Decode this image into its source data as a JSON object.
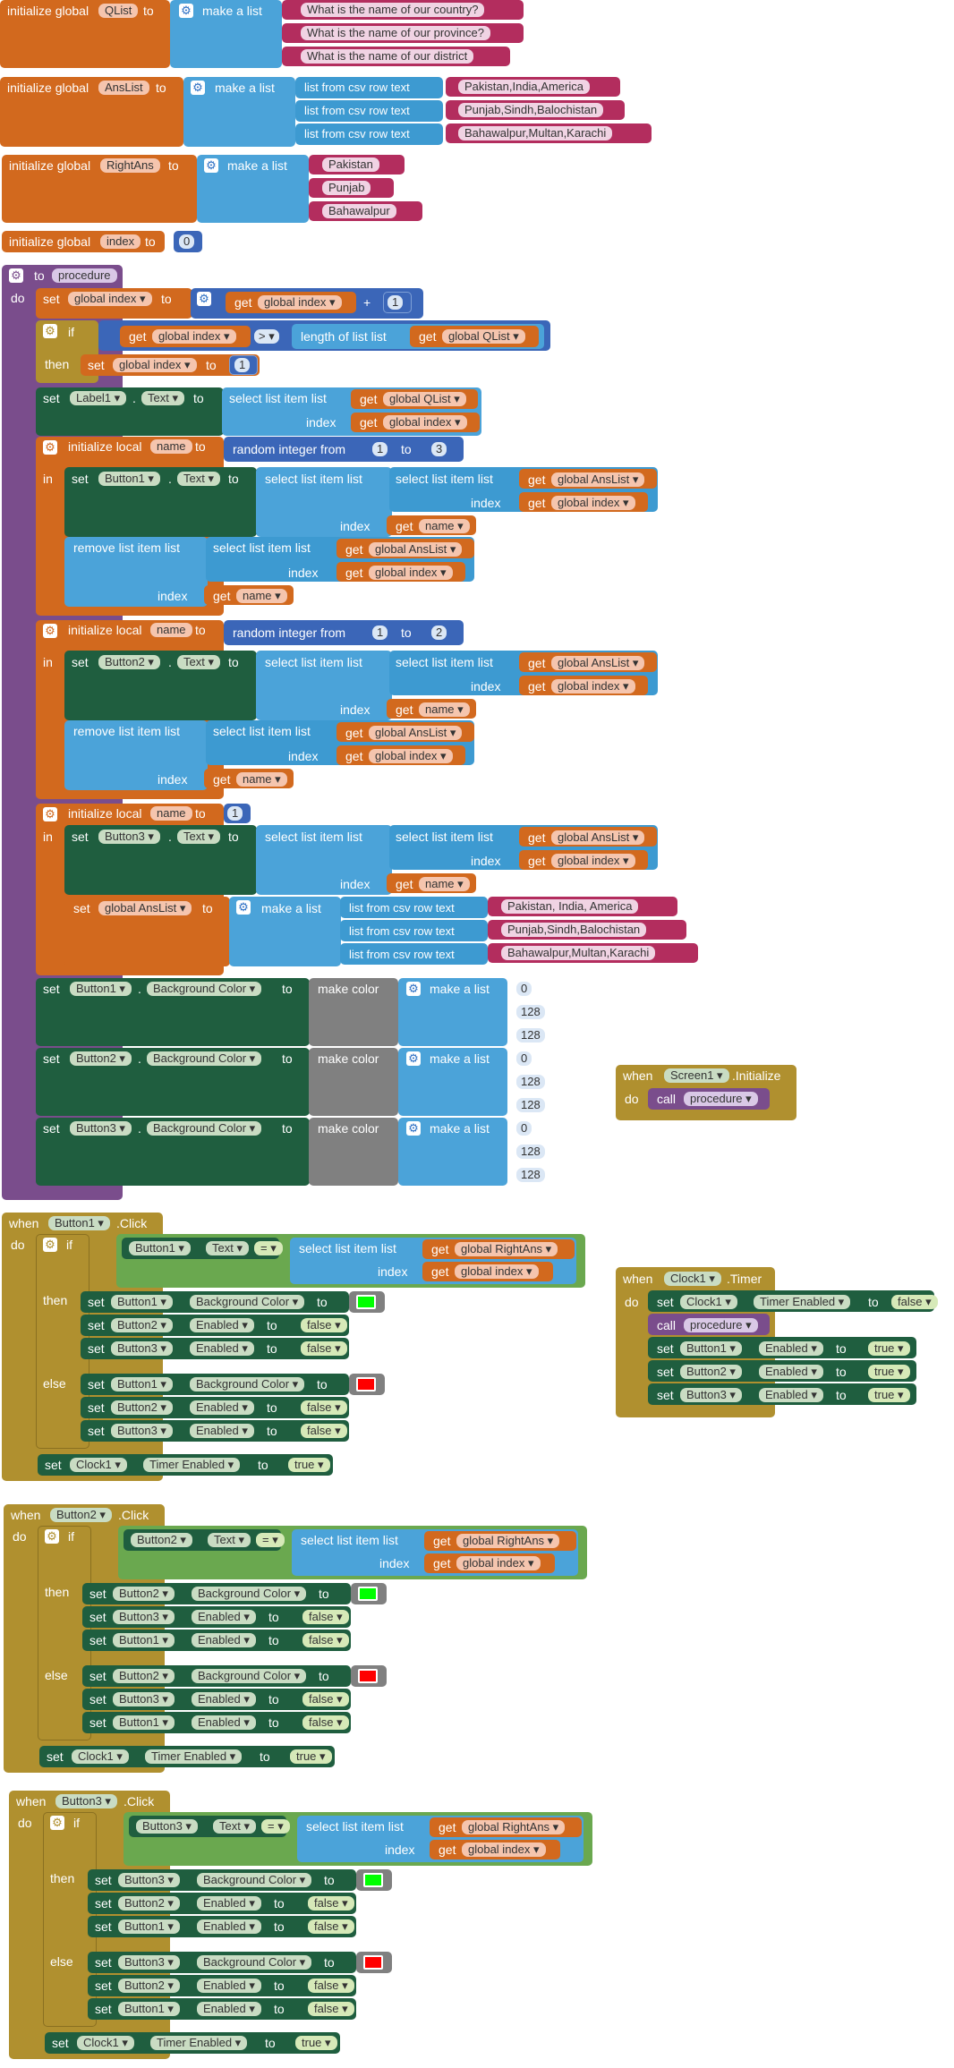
{
  "globals": {
    "qlist": {
      "init": "initialize global",
      "name": "QList",
      "to": "to",
      "make_list": "make a list",
      "items": [
        "What is the name of our country?",
        "What is the name of our province?",
        "What is the name of our district"
      ]
    },
    "anslist": {
      "init": "initialize global",
      "name": "AnsList",
      "to": "to",
      "make_list": "make a list",
      "row_label": "list from csv row  text",
      "items": [
        "Pakistan,India,America",
        "Punjab,Sindh,Balochistan",
        "Bahawalpur,Multan,Karachi"
      ]
    },
    "rightans": {
      "init": "initialize global",
      "name": "RightAns",
      "to": "to",
      "make_list": "make a list",
      "items": [
        "Pakistan",
        "Punjab",
        "Bahawalpur"
      ]
    },
    "index": {
      "init": "initialize global",
      "name": "index",
      "to": "to",
      "value": "0"
    }
  },
  "procedure": {
    "to": "to",
    "name": "procedure",
    "do": "do",
    "set": "set",
    "get": "get",
    "to_kw": "to",
    "global_index": "global index ▾",
    "global_qlist": "global QList ▾",
    "global_anslist": "global AnsList ▾",
    "plus": "+",
    "one": "1",
    "if": "if",
    "then": "then",
    "gt": "> ▾",
    "length_of_list": "length of list  list",
    "label1": "Label1 ▾",
    "text_prop": "Text ▾",
    "select_item": "select list item  list",
    "index_kw": "index",
    "init_local": "initialize local",
    "local_name": "name",
    "in": "in",
    "random_int": "random integer from",
    "rand_to": "to",
    "rand1": {
      "from": "1",
      "to": "3"
    },
    "rand2": {
      "from": "1",
      "to": "2"
    },
    "local3_value": "1",
    "button1": "Button1 ▾",
    "button2": "Button2 ▾",
    "button3": "Button3 ▾",
    "remove_item": "remove list item  list",
    "get_name": "name ▾",
    "make_list": "make a list",
    "csv_row": "list from csv row  text",
    "reset_items": [
      "Pakistan, India, America",
      "Punjab,Sindh,Balochistan",
      "Bahawalpur,Multan,Karachi"
    ],
    "bg_color": "Background Color ▾",
    "make_color": "make color",
    "color_values": [
      "0",
      "128",
      "128"
    ],
    "dot": "."
  },
  "screen_init": {
    "when": "when",
    "component": "Screen1 ▾",
    "event": ".Initialize",
    "do": "do",
    "call": "call",
    "proc": "procedure ▾"
  },
  "clock_timer": {
    "when": "when",
    "component": "Clock1 ▾",
    "event": ".Timer",
    "do": "do",
    "set": "set",
    "clock": "Clock1 ▾",
    "timer_enabled": "Timer Enabled ▾",
    "to": "to",
    "false": "false ▾",
    "true": "true ▾",
    "call": "call",
    "proc": "procedure ▾",
    "enabled": "Enabled ▾",
    "buttons": [
      "Button1 ▾",
      "Button2 ▾",
      "Button3 ▾"
    ]
  },
  "click_handlers": [
    {
      "component": "Button1 ▾",
      "order": [
        "Button1 ▾",
        "Button2 ▾",
        "Button3 ▾"
      ]
    },
    {
      "component": "Button2 ▾",
      "order": [
        "Button2 ▾",
        "Button3 ▾",
        "Button1 ▾"
      ]
    },
    {
      "component": "Button3 ▾",
      "order": [
        "Button3 ▾",
        "Button2 ▾",
        "Button1 ▾"
      ]
    }
  ],
  "click_common": {
    "when": "when",
    "event": ".Click",
    "do": "do",
    "if": "if",
    "then": "then",
    "else": "else",
    "set": "set",
    "to": "to",
    "get": "get",
    "eq": "= ▾",
    "text_prop": "Text ▾",
    "select_item": "select list item  list",
    "index_kw": "index",
    "global_rightans": "global RightAns ▾",
    "global_index": "global index ▾",
    "bg_color": "Background Color ▾",
    "enabled": "Enabled ▾",
    "false": "false ▾",
    "true": "true ▾",
    "clock": "Clock1 ▾",
    "timer_enabled": "Timer Enabled ▾"
  },
  "colors": {
    "variable": "#d2691e",
    "list": "#4ba3d9",
    "text": "#b32d5e",
    "math": "#3b66b8",
    "control": "#b0902f",
    "component": "#1f5e3f",
    "procedure": "#7a4d8c",
    "logic": "#6aa84f",
    "green_swatch": "#00ff00",
    "red_swatch": "#ff0000"
  }
}
